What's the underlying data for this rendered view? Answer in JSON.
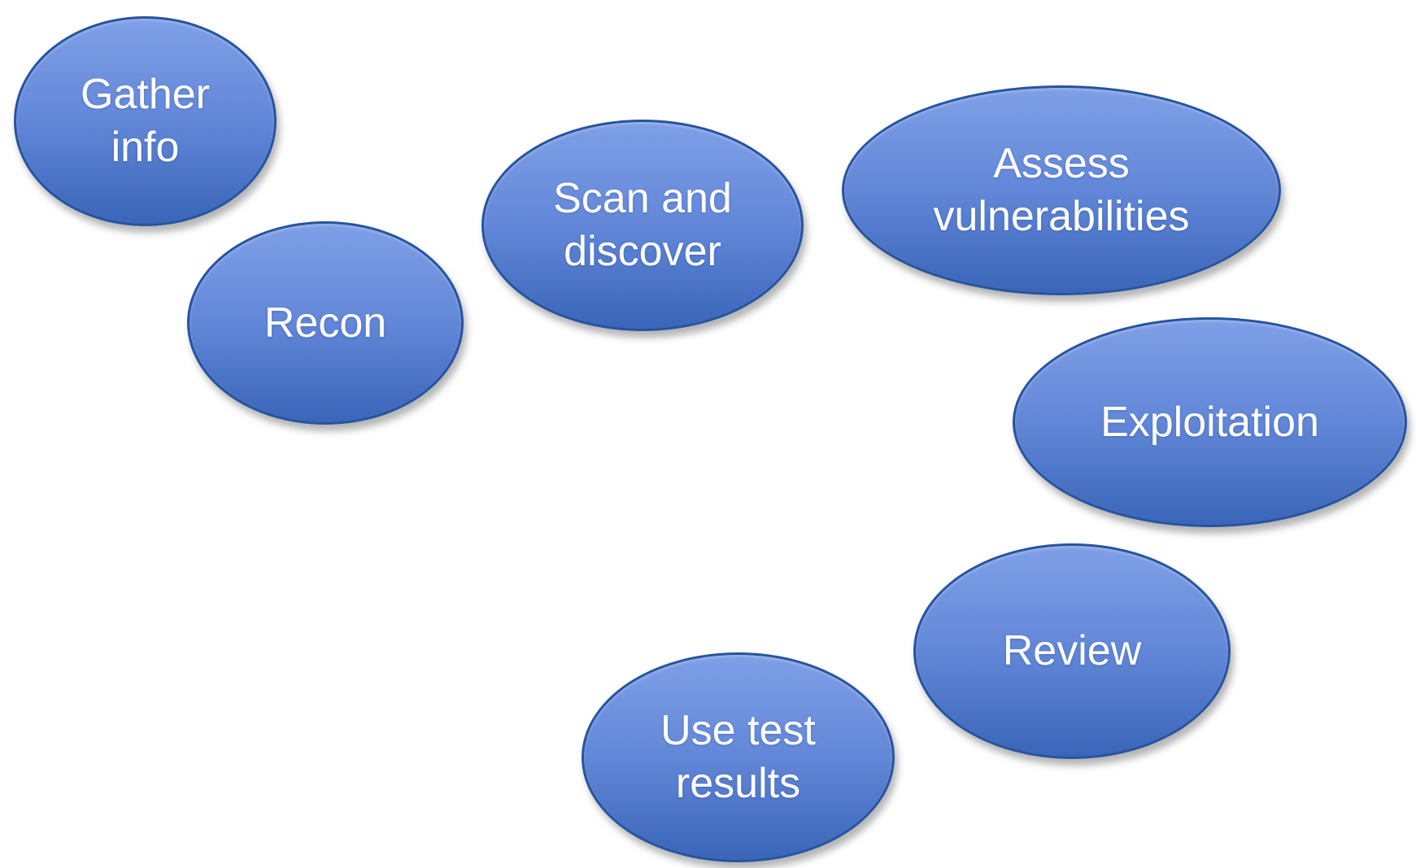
{
  "nodes": [
    {
      "id": "gather-info",
      "label": "Gather\ninfo"
    },
    {
      "id": "recon",
      "label": "Recon"
    },
    {
      "id": "scan-and-discover",
      "label": "Scan and\ndiscover"
    },
    {
      "id": "assess-vulnerabilities",
      "label": "Assess\nvulnerabilities"
    },
    {
      "id": "exploitation",
      "label": "Exploitation"
    },
    {
      "id": "review",
      "label": "Review"
    },
    {
      "id": "use-test-results",
      "label": "Use test\nresults"
    }
  ],
  "style": {
    "background": "#ffffff",
    "fill_top": "#7fa0e7",
    "fill_mid": "#6287d8",
    "fill_bottom": "#3a65b8",
    "border_color": "#27549d",
    "text_color": "#ffffff"
  }
}
